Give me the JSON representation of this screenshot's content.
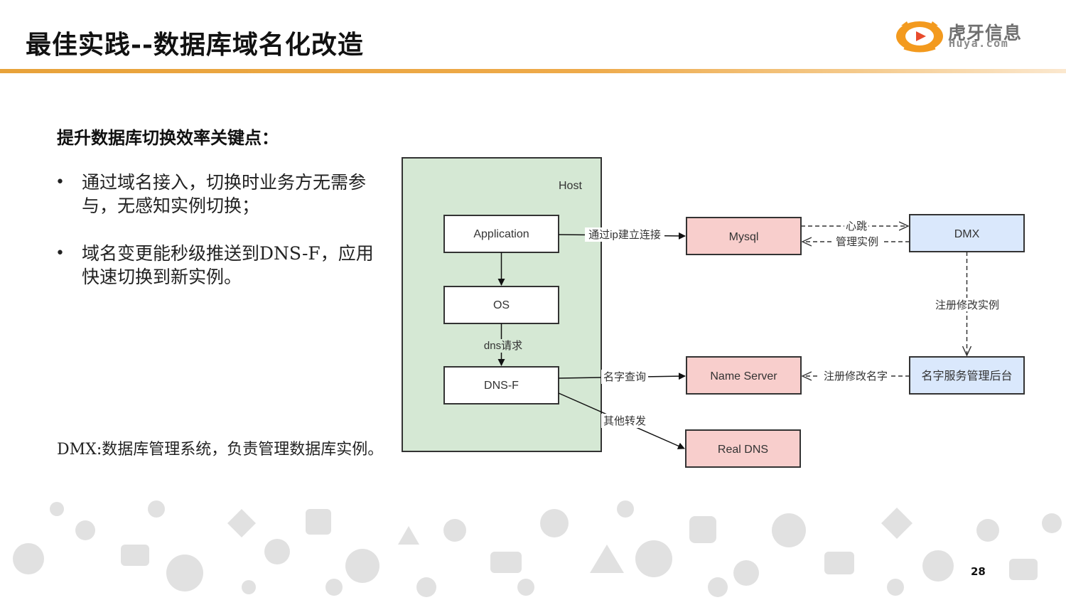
{
  "header": {
    "title": "最佳实践--数据库域名化改造",
    "logo_cn": "虎牙信息",
    "logo_en": "Huya.com",
    "accent_color": "#e8a23a"
  },
  "content": {
    "subtitle": "提升数据库切换效率关键点：",
    "bullets": [
      "通过域名接入，切换时业务方无需参与，无感知实例切换；",
      "域名变更能秒级推送到DNS-F，应用快速切换到新实例。"
    ],
    "note": "DMX:数据库管理系统，负责管理数据库实例。"
  },
  "diagram": {
    "host_label": "Host",
    "nodes": {
      "application": "Application",
      "os": "OS",
      "dnsf": "DNS-F",
      "mysql": "Mysql",
      "dmx": "DMX",
      "name_server": "Name Server",
      "name_service_admin": "名字服务管理后台",
      "real_dns": "Real DNS"
    },
    "edges": {
      "app_to_mysql": "通过ip建立连接",
      "os_to_dnsf": "dns请求",
      "mysql_to_dmx": "心跳",
      "dmx_to_mysql": "管理实例",
      "dmx_to_admin": "注册修改实例",
      "dnsf_to_ns": "名字查询",
      "admin_to_ns": "注册修改名字",
      "dnsf_to_realdns": "其他转发"
    },
    "colors": {
      "host_fill": "#d5e8d4",
      "red_fill": "#f8cecc",
      "blue_fill": "#dae8fc",
      "white_fill": "#ffffff"
    }
  },
  "footer": {
    "page_number": "28"
  }
}
